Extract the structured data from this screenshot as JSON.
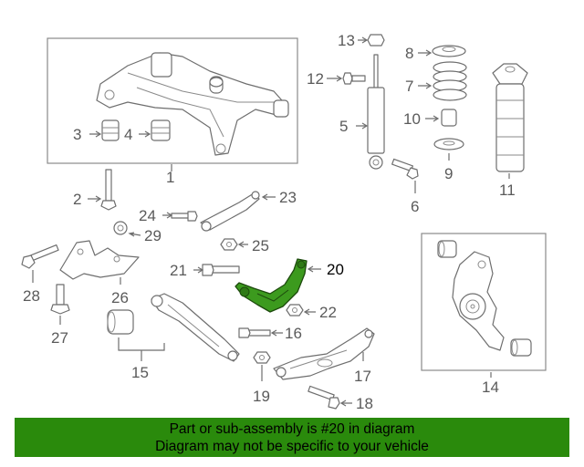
{
  "callouts": {
    "c1": "1",
    "c2": "2",
    "c3": "3",
    "c4": "4",
    "c5": "5",
    "c6": "6",
    "c7": "7",
    "c8": "8",
    "c9": "9",
    "c10": "10",
    "c11": "11",
    "c12": "12",
    "c13": "13",
    "c14": "14",
    "c15": "15",
    "c16": "16",
    "c17": "17",
    "c18": "18",
    "c19": "19",
    "c20": "20",
    "c21": "21",
    "c22": "22",
    "c23": "23",
    "c24": "24",
    "c25": "25",
    "c26": "26",
    "c27": "27",
    "c28": "28",
    "c29": "29"
  },
  "highlighted_part": "20",
  "colors": {
    "highlight": "#3c9a1e",
    "banner": "#2a8a0c",
    "line_art": "#6e6e6e"
  },
  "banner": {
    "line1": "Part or sub-assembly is #20 in diagram",
    "line2": "Diagram may not be specific to your vehicle"
  }
}
